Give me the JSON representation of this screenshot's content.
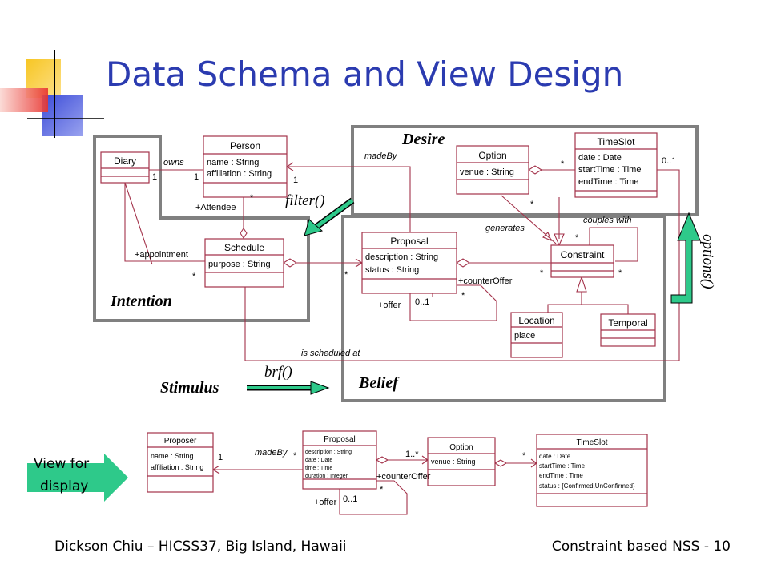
{
  "slide": {
    "title": "Data Schema and View Design",
    "footer_left": "Dickson Chiu – HICSS37, Big Island, Hawaii",
    "footer_right": "Constraint based NSS - 10"
  },
  "regions": {
    "desire": "Desire",
    "intention": "Intention",
    "belief": "Belief",
    "stimulus": "Stimulus"
  },
  "functions": {
    "filter": "filter()",
    "options": "options()",
    "brf": "brf()"
  },
  "view_arrow": {
    "line1": "View for",
    "line2": "display"
  },
  "classes": {
    "diary": {
      "name": "Diary"
    },
    "person": {
      "name": "Person",
      "attrs": [
        "name : String",
        "affiliation : String"
      ]
    },
    "schedule": {
      "name": "Schedule",
      "attrs": [
        "purpose : String"
      ]
    },
    "option": {
      "name": "Option",
      "attrs": [
        "venue : String"
      ]
    },
    "timeslot": {
      "name": "TimeSlot",
      "attrs": [
        "date : Date",
        "startTime : Time",
        "endTime : Time"
      ]
    },
    "proposal": {
      "name": "Proposal",
      "attrs": [
        "description : String",
        "status : String"
      ]
    },
    "constraint": {
      "name": "Constraint"
    },
    "location": {
      "name": "Location",
      "attrs": [
        "place"
      ]
    },
    "temporal": {
      "name": "Temporal"
    }
  },
  "assoc_labels": {
    "owns": "owns",
    "owns_m1": "1",
    "owns_m2": "1",
    "made_by": "madeBy",
    "made_by_m": "1",
    "attendee": "+Attendee",
    "attendee_m": "*",
    "appointment": "+appointment",
    "appointment_m": "*",
    "proposal_m": "*",
    "generates": "generates",
    "couples_with": "couples with",
    "cw_m1": "*",
    "option_ts_m": "*",
    "option_m": "*",
    "ts_m": "0..1",
    "counter_offer": "+counterOffer",
    "co_m": "*",
    "con_m1": "*",
    "con_m2": "*",
    "offer": "+offer",
    "offer_m": "0..1",
    "scheduled_at": "is scheduled at"
  },
  "view_classes": {
    "proposer": {
      "name": "Proposer",
      "attrs": [
        "name : String",
        "affiliation : String"
      ]
    },
    "proposal": {
      "name": "Proposal",
      "attrs": [
        "description : String",
        "date : Date",
        "time : Time",
        "duration : Integer"
      ]
    },
    "option": {
      "name": "Option",
      "attrs": [
        "venue : String"
      ]
    },
    "timeslot": {
      "name": "TimeSlot",
      "attrs": [
        "date : Date",
        "startTime : Time",
        "endTime : Time",
        "status : {Confirmed,UnConfirmed}"
      ]
    }
  },
  "view_labels": {
    "made_by": "madeBy",
    "m1": "1",
    "m2": "*",
    "m3": "1..*",
    "m4": "*",
    "counter_offer": "+counterOffer",
    "co_m": "*",
    "offer": "+offer",
    "offer_m": "0..1"
  },
  "colors": {
    "title": "#2b3bb0",
    "uml_stroke": "#a3324a",
    "region_frame": "#808080",
    "arrow_fill": "#2ec98a",
    "logo_yellow": "#f7c623",
    "logo_blue": "#3b4bd8",
    "logo_red": "#e8332e"
  }
}
